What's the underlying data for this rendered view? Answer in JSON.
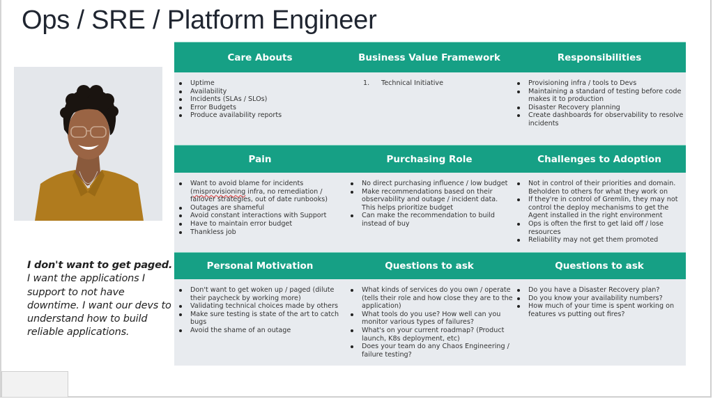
{
  "title": "Ops / SRE / Platform Engineer",
  "persona_photo": {
    "alt": "Smiling person with curly hair, glasses, and mustard shirt"
  },
  "quote": {
    "headline": "I don't want to get paged.",
    "body": "I want the applications I support to not have downtime. I want our devs to understand how to build  reliable applications."
  },
  "colors": {
    "header_bg": "#16a085",
    "body_bg": "#e8ebef",
    "header_text": "#ffffff"
  },
  "sections": [
    {
      "header": "Care Abouts",
      "list_type": "bullet",
      "items": [
        "Uptime",
        "Availability",
        "Incidents (SLAs / SLOs)",
        "Error Budgets",
        "Produce availability reports"
      ]
    },
    {
      "header": "Business Value Framework",
      "list_type": "numbered",
      "items": [
        "Technical Initiative"
      ]
    },
    {
      "header": "Responsibilities",
      "list_type": "bullet",
      "items": [
        "Provisioning infra / tools to Devs",
        "Maintaining a standard of testing before code makes it to production",
        "Disaster Recovery planning",
        "Create dashboards for observability to resolve incidents"
      ]
    },
    {
      "header": "Pain",
      "list_type": "bullet",
      "items": [
        "Want to avoid blame for incidents (misprovisioning infra, no remediation / failover strategies, out of date runbooks)",
        "Outages are shameful",
        "Avoid constant interactions with Support",
        "Have to maintain error budget",
        "Thankless job"
      ]
    },
    {
      "header": "Purchasing Role",
      "list_type": "bullet",
      "items": [
        "No direct purchasing influence / low budget",
        "Make recommendations based on their observability and outage / incident data. This helps prioritize budget",
        "Can make the recommendation to build instead of buy"
      ]
    },
    {
      "header": "Challenges to Adoption",
      "list_type": "bullet",
      "items": [
        "Not in control of their priorities and domain. Beholden to others for what they work on",
        "If they're in control of Gremlin, they may not control the deploy mechanisms to get the Agent installed in the right environment",
        "Ops is often the first to get laid off / lose resources",
        "Reliability may not get them promoted"
      ]
    },
    {
      "header": "Personal Motivation",
      "list_type": "bullet",
      "items": [
        "Don't want to get woken up / paged (dilute their paycheck by working more)",
        "Validating technical choices made by others",
        "Make sure testing is state of the art to catch bugs",
        "Avoid the shame of an outage"
      ]
    },
    {
      "header": "Questions to ask",
      "list_type": "bullet",
      "items": [
        "What kinds of services do you own / operate (tells their role and how close they are to the application)",
        "What tools do you use? How well can you monitor various types of failures?",
        "What's on your current roadmap? (Product launch, K8s deployment, etc)",
        "Does your team do any Chaos Engineering / failure testing?"
      ]
    },
    {
      "header": "Questions to ask",
      "list_type": "bullet",
      "items": [
        "Do you have a Disaster Recovery plan?",
        "Do you know your availability numbers?",
        "How much of your time is spent working on features vs putting out fires?"
      ]
    }
  ]
}
